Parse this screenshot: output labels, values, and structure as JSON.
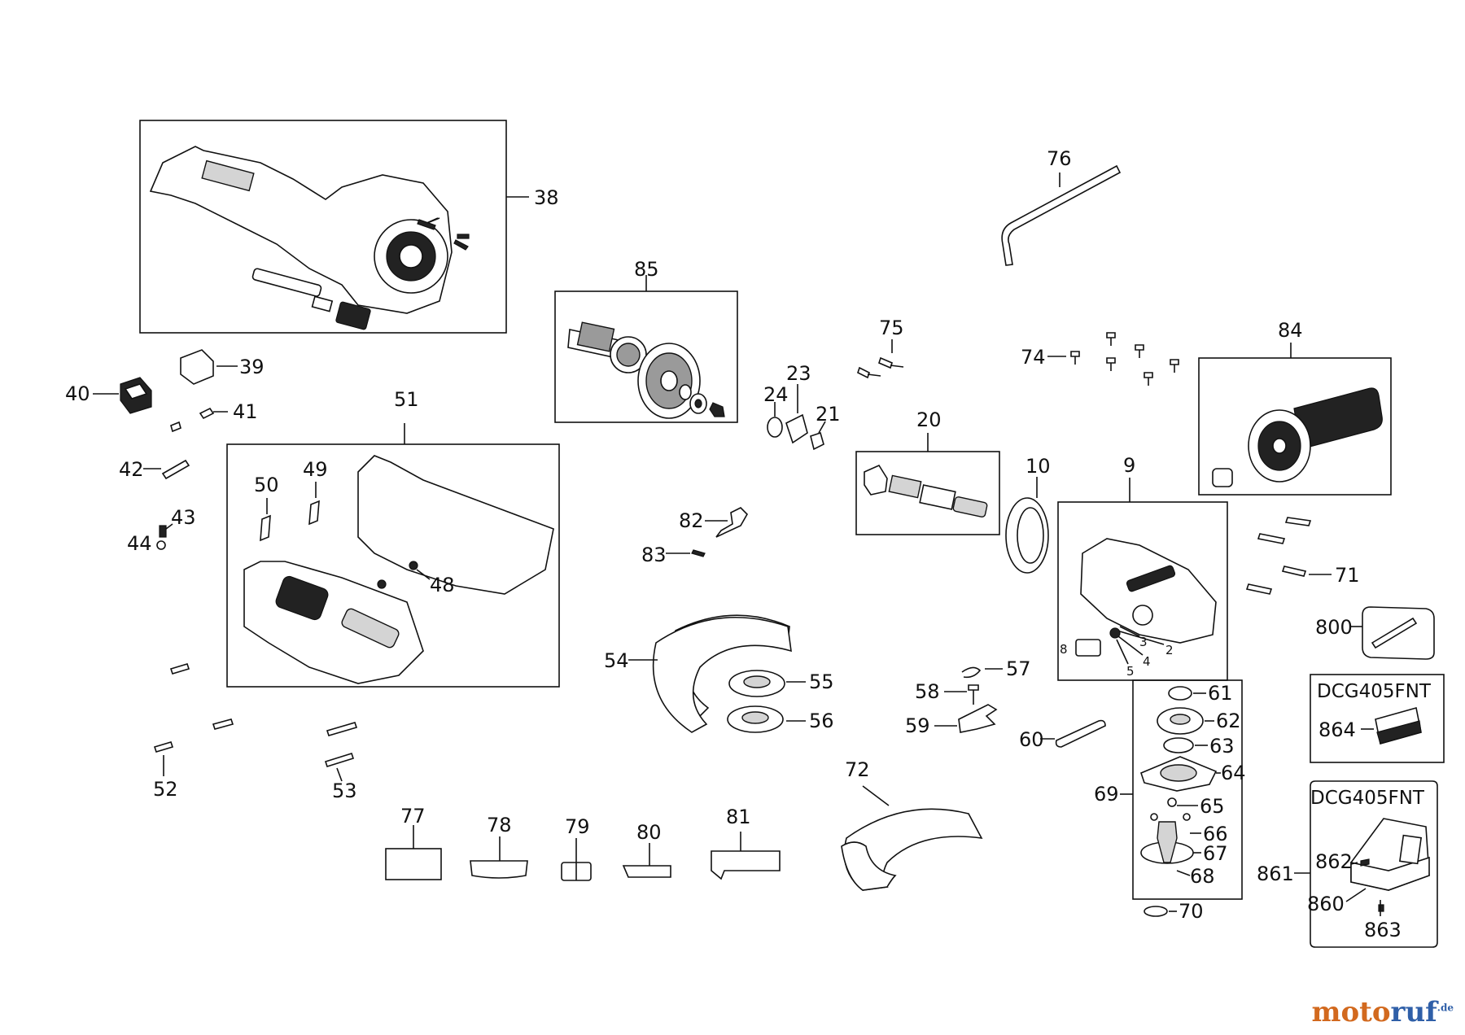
{
  "labels": {
    "p38": "38",
    "p85": "85",
    "p76": "76",
    "p75": "75",
    "p74": "74",
    "p84": "84",
    "p39": "39",
    "p40": "40",
    "p41": "41",
    "p51": "51",
    "p24": "24",
    "p23": "23",
    "p21": "21",
    "p20": "20",
    "p10": "10",
    "p9": "9",
    "p42": "42",
    "p50": "50",
    "p49": "49",
    "p43": "43",
    "p44": "44",
    "p82": "82",
    "p83": "83",
    "p48": "48",
    "p71": "71",
    "p800": "800",
    "p3": "3",
    "p2": "2",
    "p8": "8",
    "p4": "4",
    "p5": "5",
    "p54": "54",
    "p55": "55",
    "p56": "56",
    "p57": "57",
    "p58": "58",
    "p59": "59",
    "p60": "60",
    "p61": "61",
    "p62": "62",
    "p63": "63",
    "p64": "64",
    "p65": "65",
    "p66": "66",
    "p67": "67",
    "p68": "68",
    "p69": "69",
    "p70": "70",
    "p864": "864",
    "p52": "52",
    "p53": "53",
    "p72": "72",
    "p77": "77",
    "p78": "78",
    "p79": "79",
    "p80": "80",
    "p81": "81",
    "p861": "861",
    "p862": "862",
    "p860": "860",
    "p863": "863"
  },
  "models": {
    "a": "DCG405FNT",
    "b": "DCG405FNT"
  },
  "watermark": {
    "part1": "moto",
    "part2": "ruf",
    "domain": ".de"
  },
  "colors": {
    "ink": "#111111",
    "watermark_orange": "#d2691e",
    "watermark_blue": "#2f5fa8"
  }
}
